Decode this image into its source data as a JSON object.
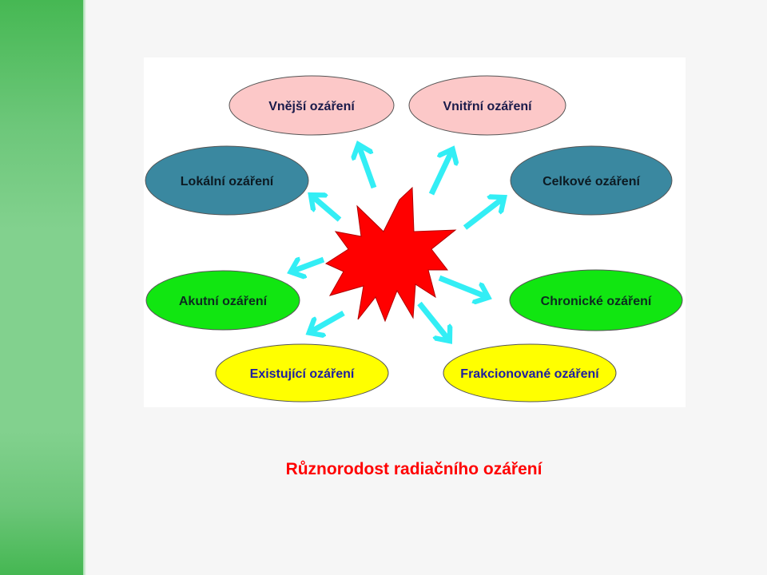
{
  "diagram": {
    "nodes": [
      {
        "label": "Vnější ozáření",
        "fill": "#fcc8c8",
        "text_color": "#1a1a4a"
      },
      {
        "label": "Vnitřní ozáření",
        "fill": "#fcc8c8",
        "text_color": "#1a1a4a"
      },
      {
        "label": "Lokální ozáření",
        "fill": "#3a88a0",
        "text_color": "#0c1a22"
      },
      {
        "label": "Celkové ozáření",
        "fill": "#3a88a0",
        "text_color": "#0c1a22"
      },
      {
        "label": "Akutní ozáření",
        "fill": "#11e611",
        "text_color": "#0c2a20"
      },
      {
        "label": "Chronické ozáření",
        "fill": "#11e611",
        "text_color": "#0c2a20"
      },
      {
        "label": "Existující ozáření",
        "fill": "#ffff00",
        "text_color": "#1e1ea0"
      },
      {
        "label": "Frakcionované ozáření",
        "fill": "#ffff00",
        "text_color": "#1e1ea0"
      }
    ],
    "arrow_color": "#33eef5",
    "burst_color": "#ff0000"
  },
  "caption": "Různorodost radiačního ozáření"
}
